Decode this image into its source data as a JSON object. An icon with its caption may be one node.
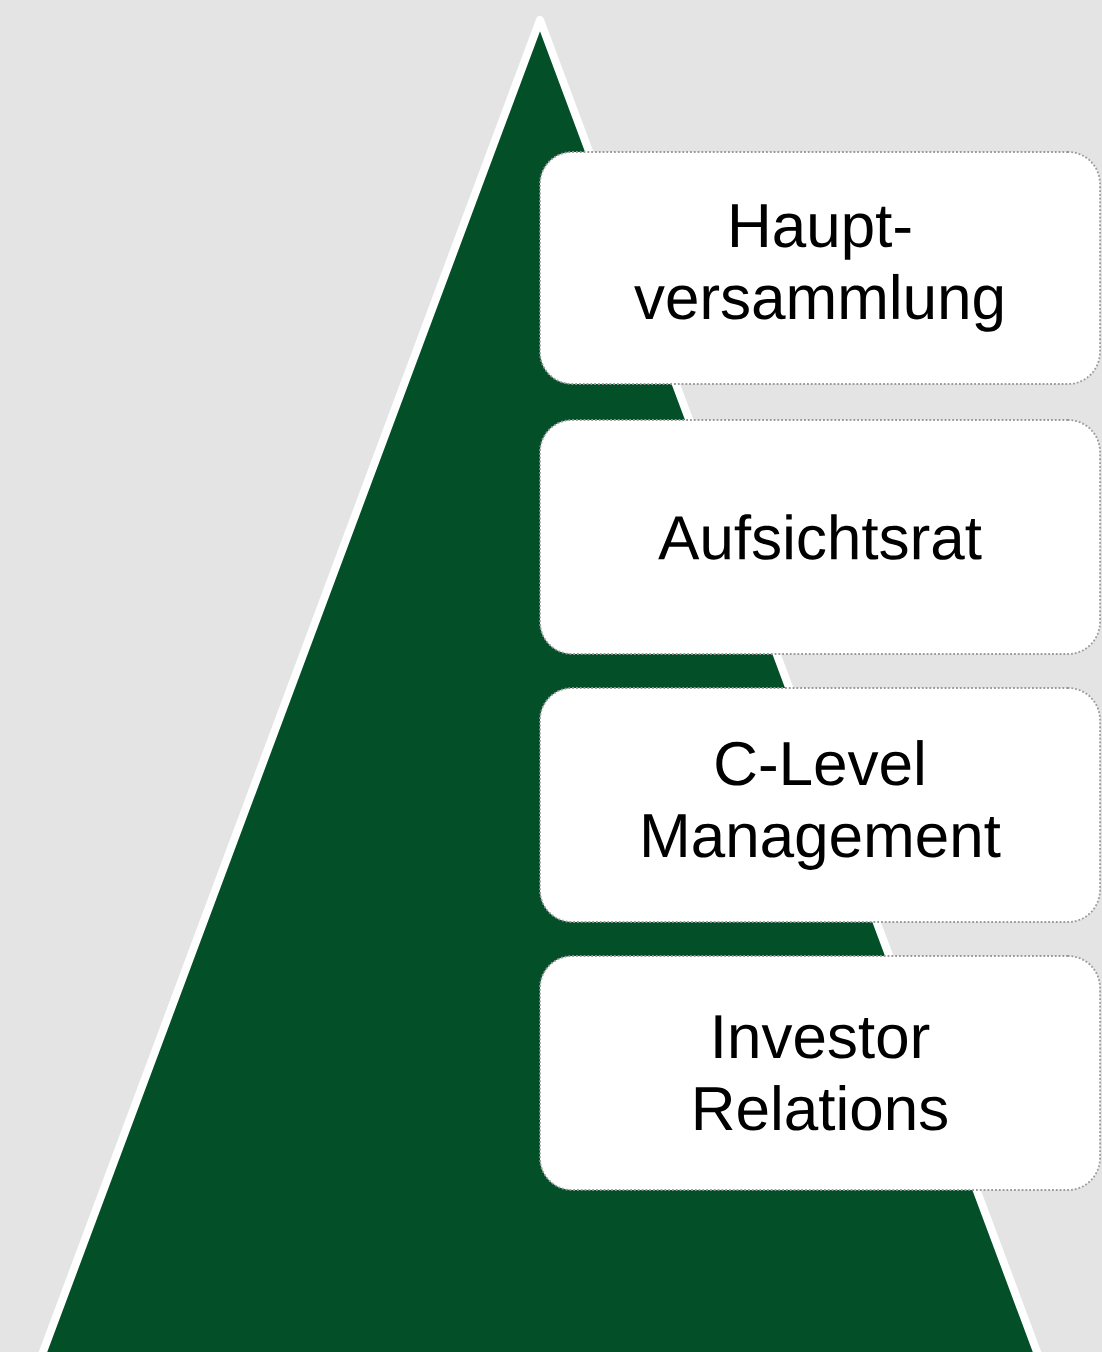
{
  "diagram": {
    "nodes": [
      {
        "text": [
          "Haupt- versammlung"
        ]
      },
      {
        "text": [
          "Aufsichtsrat"
        ]
      },
      {
        "text": [
          "C-Level Management"
        ]
      },
      {
        "text": [
          "Investor Relations"
        ]
      }
    ]
  }
}
